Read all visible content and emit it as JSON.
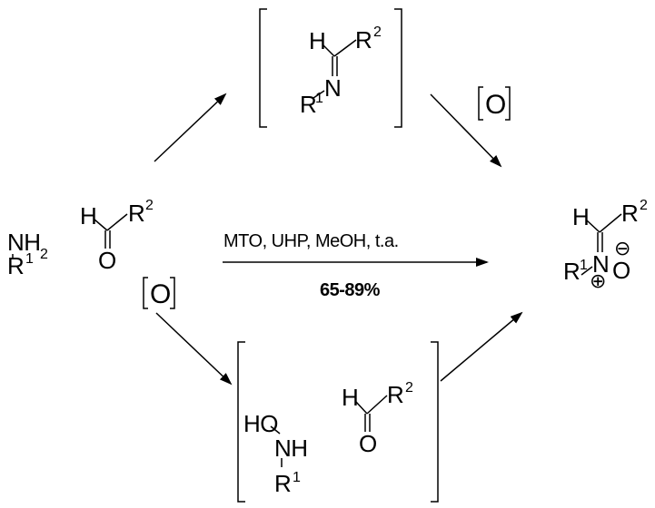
{
  "atoms": {
    "H": "H",
    "N": "N",
    "O": "O",
    "R": "R",
    "NH2_main": "NH",
    "NH2_sub": "2",
    "NH": "NH",
    "HO": "HO",
    "one": "1",
    "two": "2"
  },
  "labels": {
    "oxidation_top": "O",
    "oxidation_bottom": "O"
  },
  "reaction": {
    "conditions": "MTO, UHP, MeOH, t.a.",
    "yield": "65-89%"
  },
  "charges": {
    "plus": "⊕",
    "minus": "⊖"
  }
}
